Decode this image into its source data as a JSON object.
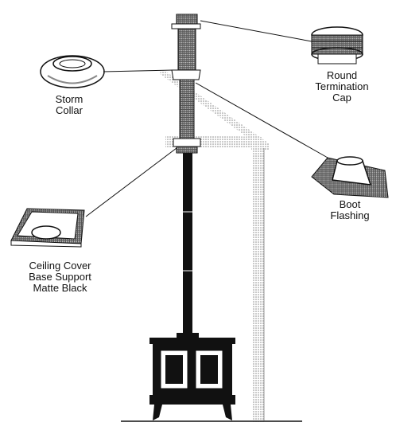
{
  "labels": {
    "storm_collar": [
      "Storm",
      "Collar"
    ],
    "round_termination_cap": [
      "Round",
      "Termination",
      "Cap"
    ],
    "boot_flashing": [
      "Boot",
      "Flashing"
    ],
    "ceiling_cover": [
      "Ceiling Cover",
      "Base Support",
      "Matte Black"
    ]
  },
  "colors": {
    "ink": "#111111",
    "stipple": "#9a9a9a",
    "paper": "#ffffff"
  }
}
